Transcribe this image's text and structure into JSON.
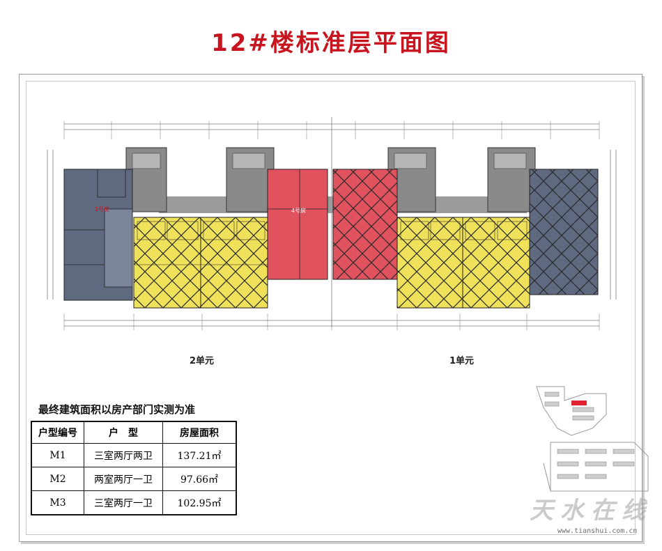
{
  "title": "12#楼标准层平面图",
  "units": {
    "left": "2单元",
    "right": "1单元"
  },
  "note": "最终建筑面积以房产部门实测为准",
  "table": {
    "headers": [
      "户型编号",
      "户　型",
      "房屋面积"
    ],
    "rows": [
      {
        "code": "M1",
        "type": "三室两厅两卫",
        "area": "137.21㎡"
      },
      {
        "code": "M2",
        "type": "两室两厅一卫",
        "area": "97.66㎡"
      },
      {
        "code": "M3",
        "type": "三室两厅一卫",
        "area": "102.95㎡"
      }
    ]
  },
  "watermark": {
    "text": "天水在线",
    "url": "www.tianshui.com.cn"
  },
  "colors": {
    "title": "#c8141e",
    "blue_unit": "#5f6a80",
    "yellow_unit": "#efe15a",
    "red_unit": "#e0525e",
    "core": "#8a8a8a",
    "corridor": "#9b9b9b"
  }
}
